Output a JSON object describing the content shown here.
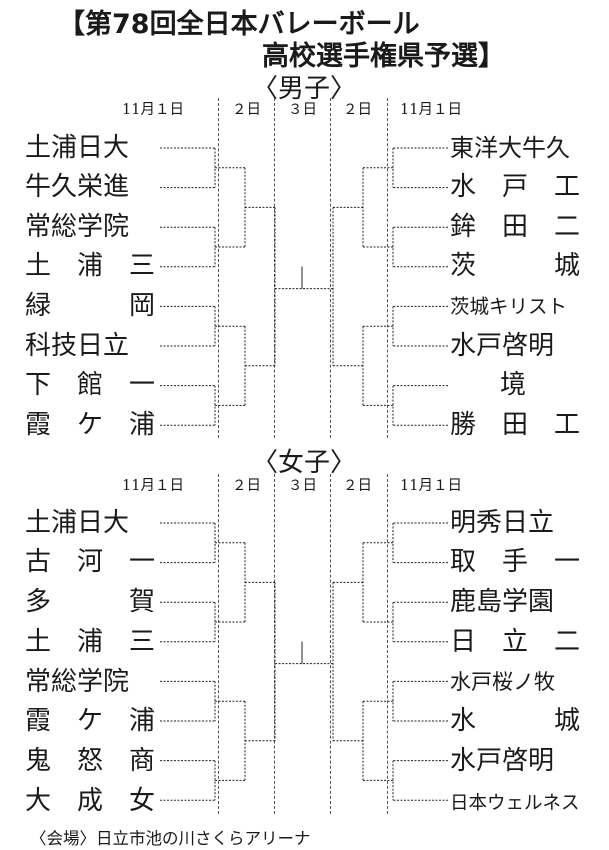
{
  "title": {
    "line1": "【第78回全日本バレーボール",
    "line2": "高校選手権県予選】"
  },
  "round_headers": [
    "11月１日",
    "２日",
    "３日",
    "２日",
    "11月１日"
  ],
  "sections": [
    {
      "label": "〈男子〉",
      "left_teams": [
        "土浦日大",
        "牛久栄進",
        "常総学院",
        "土　浦　三",
        "緑　　　岡",
        "科技日立",
        "下　館　一",
        "霞　ケ　浦"
      ],
      "right_teams": [
        "東洋大牛久",
        "水　戸　工",
        "鉾　田　二",
        "茨　　　城",
        "茨城キリスト",
        "水戸啓明",
        "境",
        "勝　田　工"
      ]
    },
    {
      "label": "〈女子〉",
      "left_teams": [
        "土浦日大",
        "古　河　一",
        "多　　　賀",
        "土　浦　三",
        "常総学院",
        "霞　ケ　浦",
        "鬼　怒　商",
        "大　成　女"
      ],
      "right_teams": [
        "明秀日立",
        "取　手　一",
        "鹿島学園",
        "日　立　二",
        "水戸桜ノ牧",
        "水　　　城",
        "水戸啓明",
        "日本ウェルネス"
      ]
    }
  ],
  "venue": "〈会場〉日立市池の川さくらアリーナ"
}
